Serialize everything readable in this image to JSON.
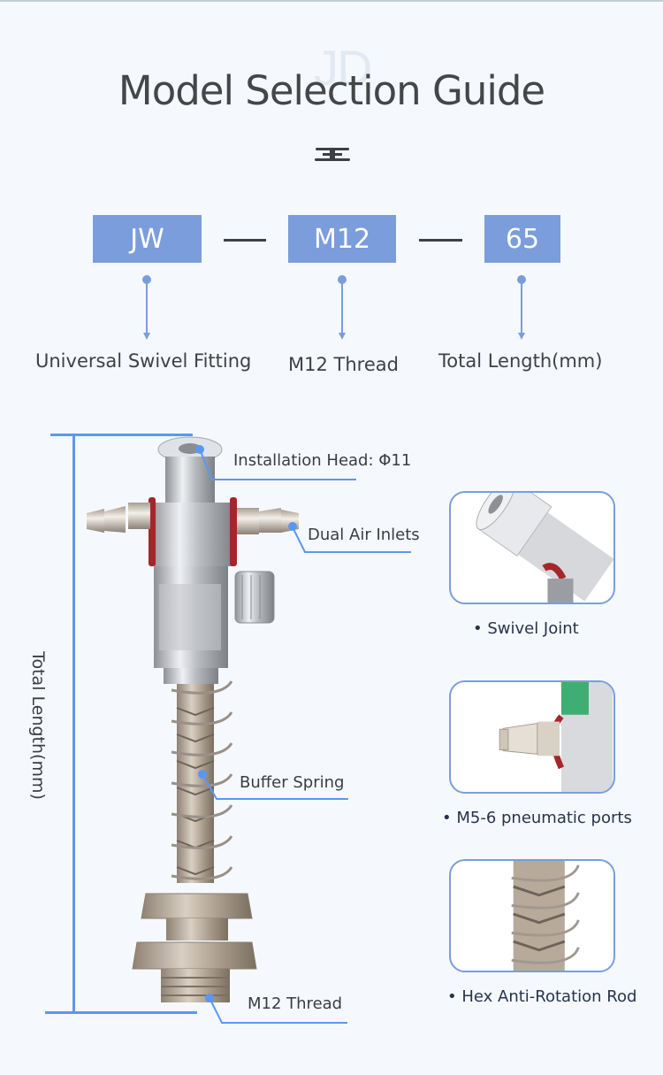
{
  "header": {
    "watermark": "JD",
    "title": "Model Selection Guide",
    "ornament_icon": "decorative-divider-glyph"
  },
  "model_code": {
    "segments": [
      {
        "code": "JW",
        "meaning": "Universal Swivel Fitting"
      },
      {
        "code": "M12",
        "meaning": "M12 Thread"
      },
      {
        "code": "65",
        "meaning": "Total Length(mm)"
      }
    ],
    "separator": "—"
  },
  "diagram": {
    "dimension_label": "Total Length(mm)",
    "callouts": [
      {
        "label": "Installation Head: Φ11"
      },
      {
        "label": "Dual Air Inlets"
      },
      {
        "label": "Buffer Spring"
      },
      {
        "label": "M12 Thread"
      }
    ]
  },
  "details": [
    {
      "label": "• Swivel Joint",
      "image": "swivel-joint-closeup"
    },
    {
      "label": "• M5-6 pneumatic ports",
      "image": "pneumatic-port-closeup"
    },
    {
      "label": "• Hex Anti-Rotation Rod",
      "image": "hex-rod-closeup"
    }
  ],
  "colors": {
    "accent": "#7b9ddc",
    "line_blue": "#5b97f2",
    "background": "#f5f9fe",
    "text_dark": "#444648"
  }
}
